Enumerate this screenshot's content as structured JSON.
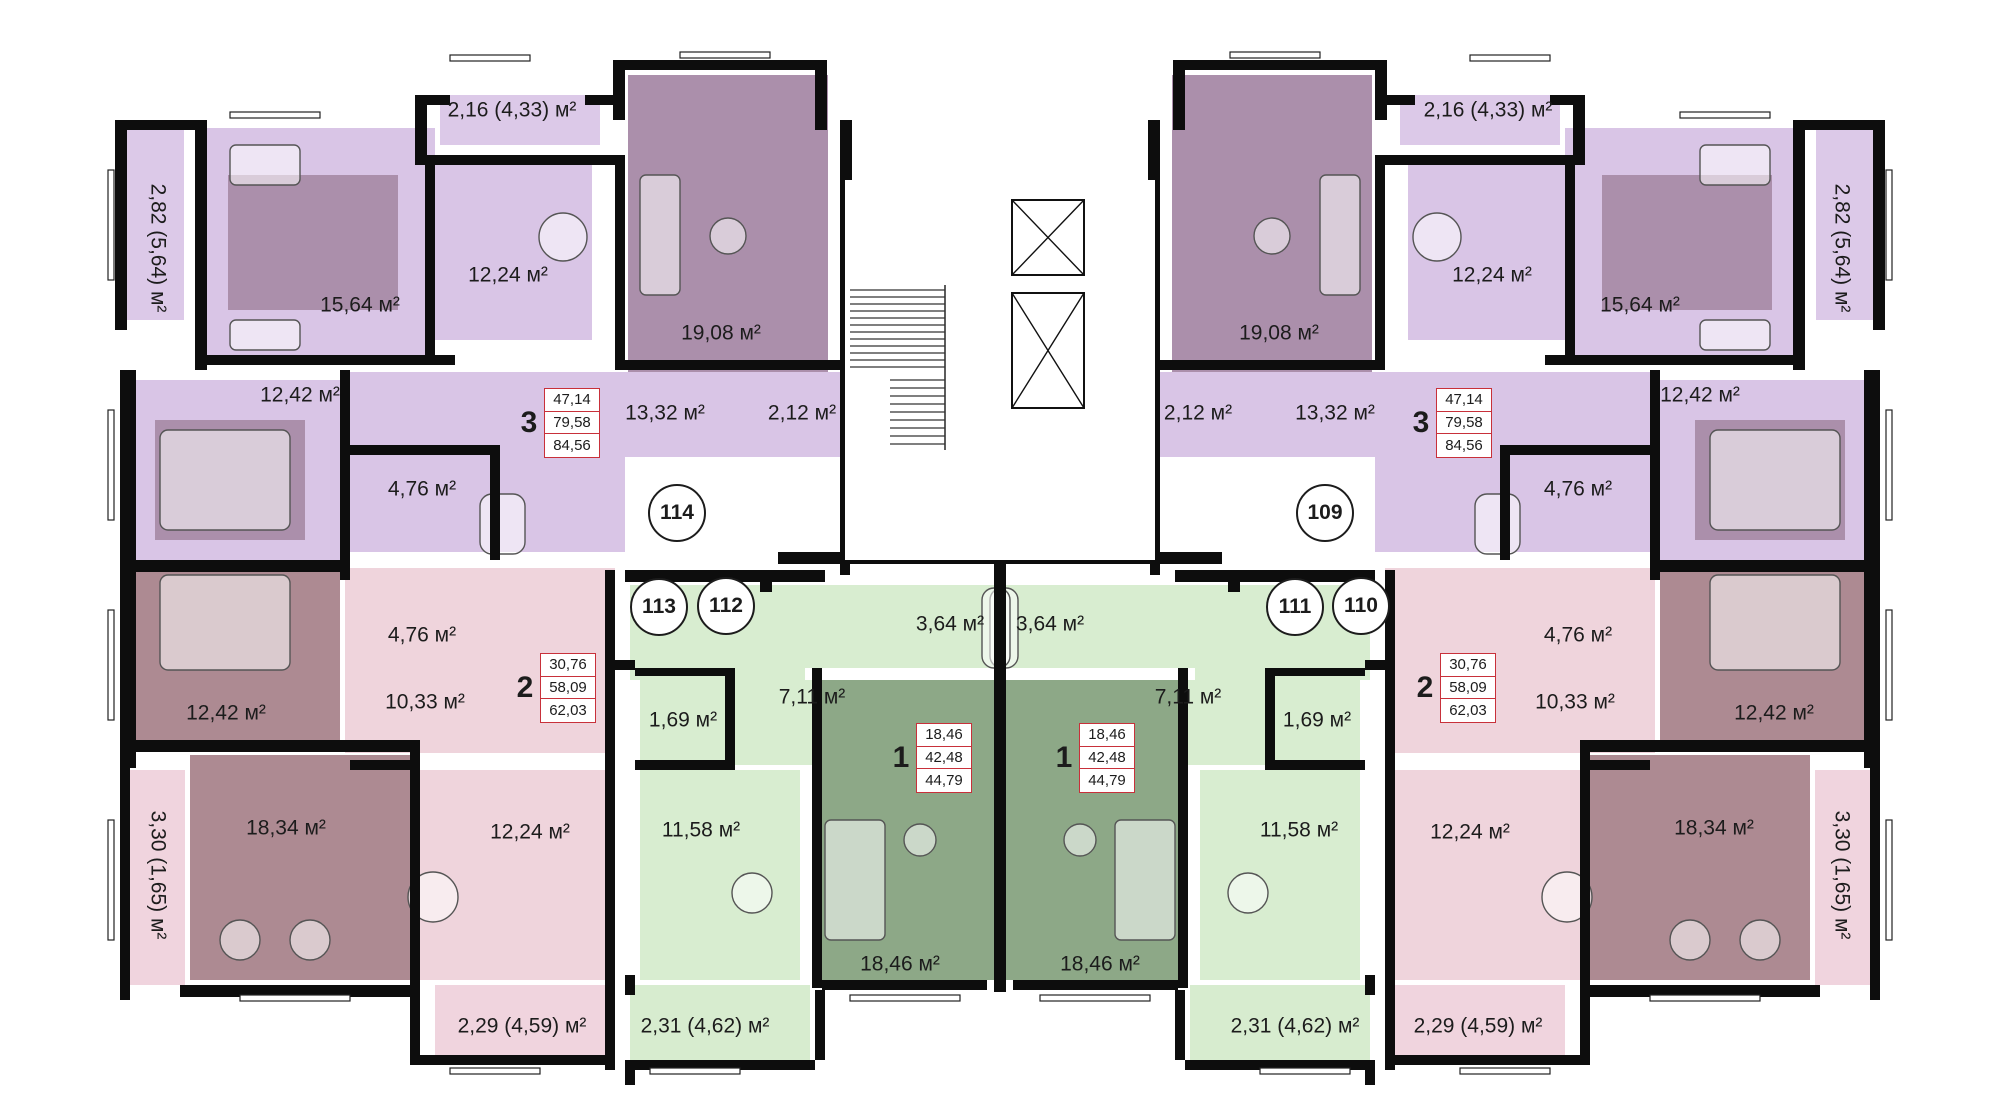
{
  "colors": {
    "wall": "#0d0d0d",
    "apt3_room": "#d9c5e6",
    "apt3_dark": "#ab8fab",
    "apt2_room": "#efd4dc",
    "apt2_dark": "#ad8a92",
    "apt1_room": "#d8edd0",
    "apt1_dark": "#8da887",
    "balcony3": "#dcc9e8",
    "balcony2": "#f0d4de",
    "balcony1": "#d7eccf",
    "stairwell": "#ffffff",
    "badge_border": "#c8303a"
  },
  "apartments": {
    "apt3_left": {
      "rooms": "3",
      "areas": [
        "47,14",
        "79,58",
        "84,56"
      ]
    },
    "apt3_right": {
      "rooms": "3",
      "areas": [
        "47,14",
        "79,58",
        "84,56"
      ]
    },
    "apt2_left": {
      "rooms": "2",
      "areas": [
        "30,76",
        "58,09",
        "62,03"
      ]
    },
    "apt2_right": {
      "rooms": "2",
      "areas": [
        "30,76",
        "58,09",
        "62,03"
      ]
    },
    "apt1_left": {
      "rooms": "1",
      "areas": [
        "18,46",
        "42,48",
        "44,79"
      ]
    },
    "apt1_right": {
      "rooms": "1",
      "areas": [
        "18,46",
        "42,48",
        "44,79"
      ]
    }
  },
  "flat_numbers": {
    "n114": "114",
    "n113": "113",
    "n112": "112",
    "n111": "111",
    "n110": "110",
    "n109": "109"
  },
  "rooms": {
    "l_balcony_top": "2,16 (4,33) м²",
    "l_balcony_side": "2,82 (5,64) м²",
    "l_bedroom_top": "15,64 м²",
    "l_kitchen3": "12,24 м²",
    "l_living3": "19,08 м²",
    "l_bedroom3_mid": "12,42 м²",
    "l_hall3": "13,32 м²",
    "l_wc3": "2,12 м²",
    "l_bath3": "4,76 м²",
    "l_bath2": "4,76 м²",
    "l_bedroom2": "12,42 м²",
    "l_hall2": "10,33 м²",
    "l_living2": "18,34 м²",
    "l_kitchen2": "12,24 м²",
    "l_balcony2_side": "3,30 (1,65) м²",
    "l_balcony2_bottom": "2,29 (4,59) м²",
    "l_bath1": "3,64 м²",
    "l_hall1": "7,11 м²",
    "l_wc1": "1,69 м²",
    "l_kitchen1": "11,58 м²",
    "l_living1": "18,46 м²",
    "l_balcony1_bottom": "2,31 (4,62) м²",
    "r_balcony_top": "2,16 (4,33) м²",
    "r_balcony_side": "2,82 (5,64) м²",
    "r_bedroom_top": "15,64 м²",
    "r_kitchen3": "12,24 м²",
    "r_living3": "19,08 м²",
    "r_bedroom3_mid": "12,42 м²",
    "r_hall3": "13,32 м²",
    "r_wc3": "2,12 м²",
    "r_bath3": "4,76 м²",
    "r_bath2": "4,76 м²",
    "r_bedroom2": "12,42 м²",
    "r_hall2": "10,33 м²",
    "r_living2": "18,34 м²",
    "r_kitchen2": "12,24 м²",
    "r_balcony2_side": "3,30 (1,65) м²",
    "r_balcony2_bottom": "2,29 (4,59) м²",
    "r_bath1": "3,64 м²",
    "r_hall1": "7,11 м²",
    "r_wc1": "1,69 м²",
    "r_kitchen1": "11,58 м²",
    "r_living1": "18,46 м²",
    "r_balcony1_bottom": "2,31 (4,62) м²"
  }
}
